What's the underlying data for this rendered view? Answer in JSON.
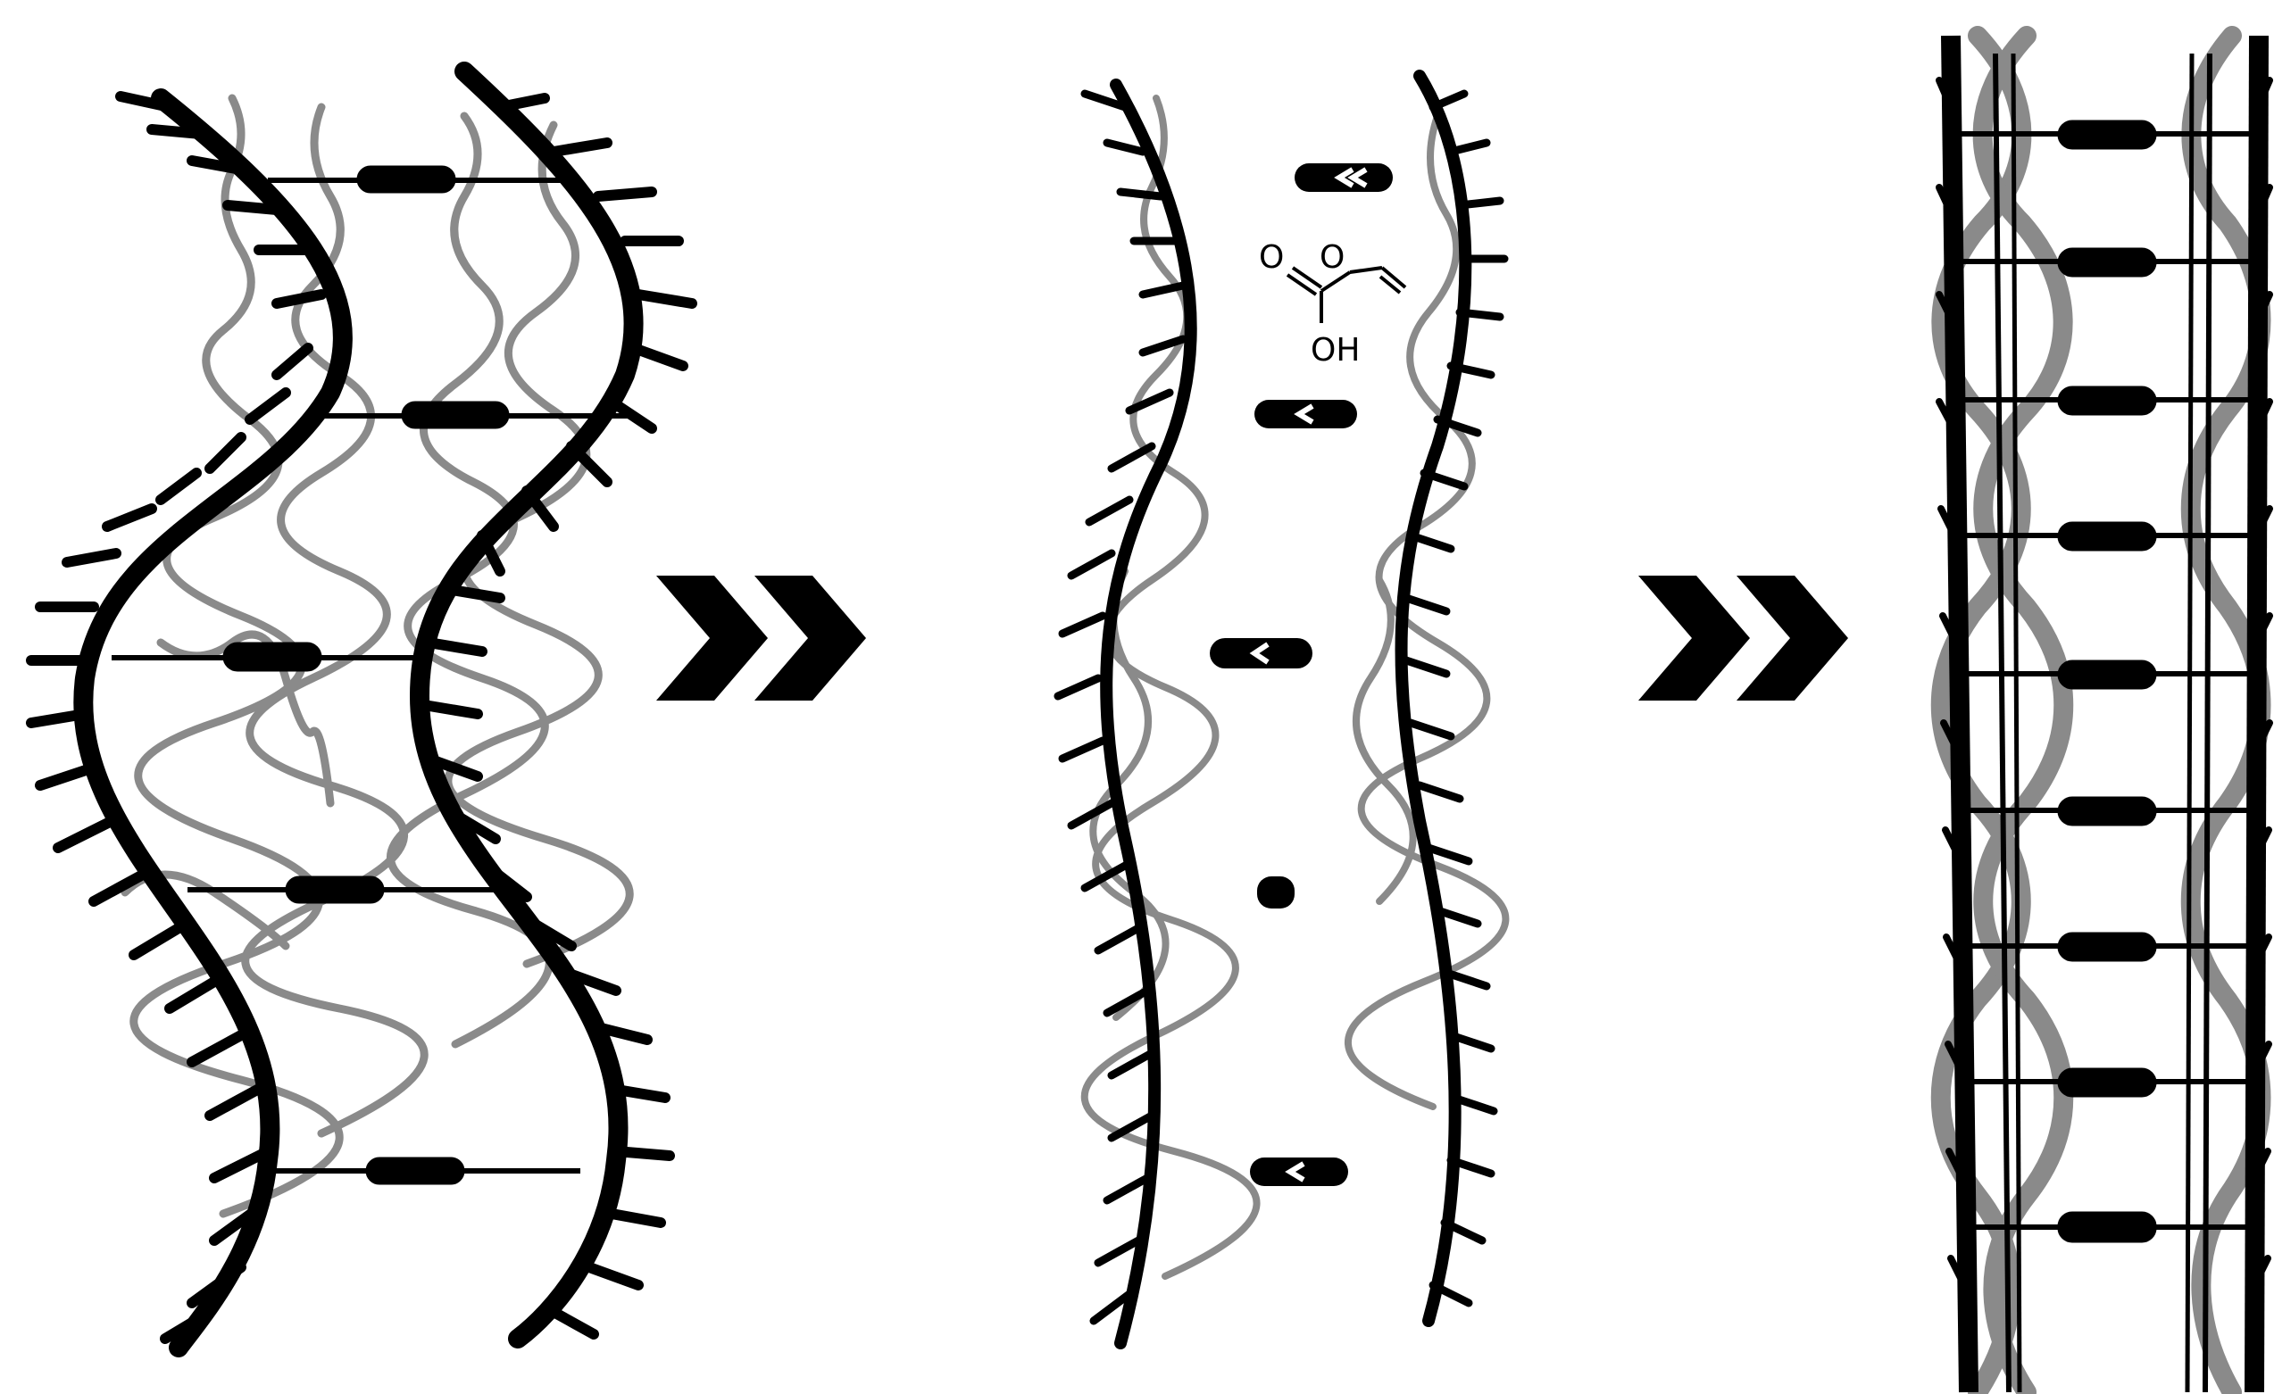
{
  "colors": {
    "background": "#ffffff",
    "strand": "#000000",
    "polymer": "#8a8a8a",
    "arrow": "#000000"
  },
  "panels": [
    {
      "name": "panel-1",
      "label": ""
    },
    {
      "name": "panel-2",
      "label": ""
    },
    {
      "name": "panel-3",
      "label": ""
    }
  ],
  "structure": {
    "atom_O1": "O",
    "atom_O2": "O",
    "group_OH": "OH"
  },
  "icons": [
    "double-chevron-right-icon",
    "double-chevron-right-icon"
  ]
}
